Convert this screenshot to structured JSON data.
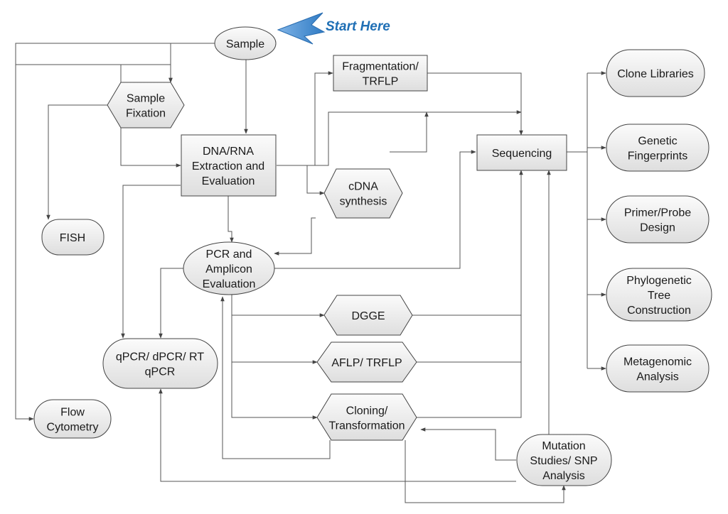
{
  "start_label": "Start Here",
  "accent_color": "#1f6fb5",
  "nodes": {
    "sample": [
      "Sample"
    ],
    "fragmentation": [
      "Fragmentation/",
      "TRFLP"
    ],
    "sample_fixation": [
      "Sample",
      "Fixation"
    ],
    "dna_rna": [
      "DNA/RNA",
      "Extraction and",
      "Evaluation"
    ],
    "cdna": [
      "cDNA",
      "synthesis"
    ],
    "sequencing": [
      "Sequencing"
    ],
    "fish": [
      "FISH"
    ],
    "pcr": [
      "PCR and",
      "Amplicon",
      "Evaluation"
    ],
    "dgge": [
      "DGGE"
    ],
    "aflp": [
      "AFLP/ TRFLP"
    ],
    "cloning": [
      "Cloning/",
      "Transformation"
    ],
    "qpcr": [
      "qPCR/ dPCR/ RT",
      "qPCR"
    ],
    "flow": [
      "Flow",
      "Cytometry"
    ],
    "mutation": [
      "Mutation",
      "Studies/ SNP",
      "Analysis"
    ],
    "clone_libraries": [
      "Clone Libraries"
    ],
    "genetic_fingerprints": [
      "Genetic",
      "Fingerprints"
    ],
    "primer_probe": [
      "Primer/Probe",
      "Design"
    ],
    "phylogenetic": [
      "Phylogenetic",
      "Tree",
      "Construction"
    ],
    "metagenomic": [
      "Metagenomic",
      "Analysis"
    ]
  }
}
